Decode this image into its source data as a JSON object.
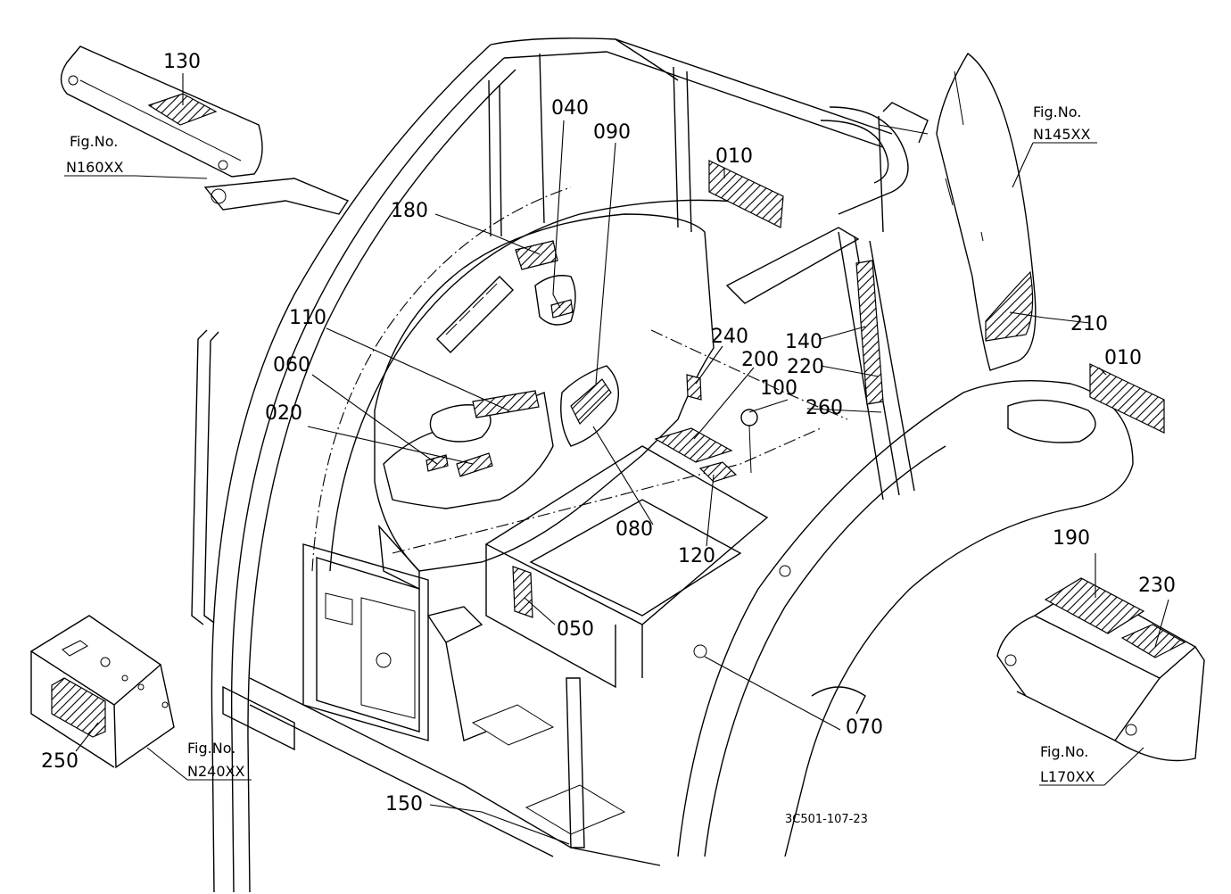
{
  "figure": {
    "reference_code": "3C501-107-23",
    "callouts": [
      {
        "id": "010",
        "label": "010"
      },
      {
        "id": "010b",
        "label": "010"
      },
      {
        "id": "020",
        "label": "020"
      },
      {
        "id": "040",
        "label": "040"
      },
      {
        "id": "050",
        "label": "050"
      },
      {
        "id": "060",
        "label": "060"
      },
      {
        "id": "070",
        "label": "070"
      },
      {
        "id": "080",
        "label": "080"
      },
      {
        "id": "090",
        "label": "090"
      },
      {
        "id": "100",
        "label": "100"
      },
      {
        "id": "110",
        "label": "110"
      },
      {
        "id": "120",
        "label": "120"
      },
      {
        "id": "130",
        "label": "130"
      },
      {
        "id": "140",
        "label": "140"
      },
      {
        "id": "150",
        "label": "150"
      },
      {
        "id": "180",
        "label": "180"
      },
      {
        "id": "190",
        "label": "190"
      },
      {
        "id": "200",
        "label": "200"
      },
      {
        "id": "210",
        "label": "210"
      },
      {
        "id": "220",
        "label": "220"
      },
      {
        "id": "230",
        "label": "230"
      },
      {
        "id": "240",
        "label": "240"
      },
      {
        "id": "250",
        "label": "250"
      },
      {
        "id": "260",
        "label": "260"
      }
    ],
    "fig_refs": [
      {
        "prefix": "Fig.No.",
        "code": "N160XX"
      },
      {
        "prefix": "Fig.No.",
        "code": "N145XX"
      },
      {
        "prefix": "Fig.No.",
        "code": "N240XX"
      },
      {
        "prefix": "Fig.No.",
        "code": "L170XX"
      }
    ]
  }
}
